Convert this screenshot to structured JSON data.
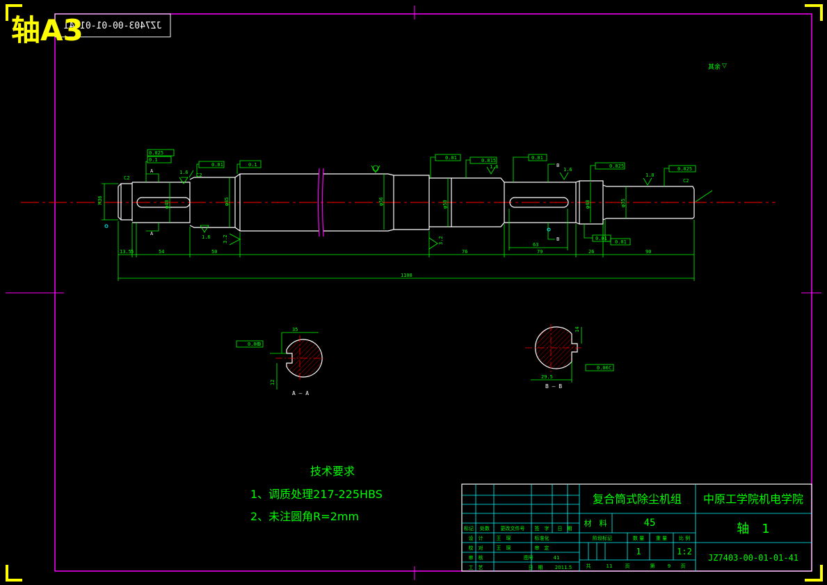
{
  "header": {
    "title_overlay": "轴A3",
    "code_mirrored": "JZ7403-00-01-01-41"
  },
  "drawing": {
    "roughness_note_label": "其余",
    "roughness_symbol": "▽",
    "chamfers": {
      "left": "C2",
      "step": "C2",
      "right": "C2"
    },
    "diameters": {
      "d1": "M36",
      "d2": "φ40",
      "d3": "φ45",
      "d4": "φ56",
      "d5": "φ50",
      "d6": "φ40",
      "d7": "φ35"
    },
    "roughness_values": {
      "r1": "1.6",
      "r2": "1.6",
      "r3": "3.2",
      "r4": "3.2",
      "r5": "1.6",
      "r6": "1.6",
      "r7": "1.6",
      "r8": "1.0"
    },
    "tolerance_frames": [
      {
        "symbol": "⌭",
        "value": "0.025",
        "datum": ""
      },
      {
        "symbol": "↗",
        "value": "0.1",
        "datum": "A"
      },
      {
        "symbol": "⌭",
        "value": "0.01",
        "datum": ""
      },
      {
        "symbol": "↗",
        "value": "0.1",
        "datum": "A"
      },
      {
        "symbol": "↗",
        "value": "0.01",
        "datum": "A"
      },
      {
        "symbol": "⌭",
        "value": "0.015",
        "datum": ""
      },
      {
        "symbol": "↗",
        "value": "0.01",
        "datum": "A"
      },
      {
        "symbol": "⌭",
        "value": "0.025",
        "datum": ""
      },
      {
        "symbol": "⌭",
        "value": "0.025",
        "datum": ""
      },
      {
        "symbol": "↗",
        "value": "0.01",
        "datum": "A"
      },
      {
        "symbol": "↗",
        "value": "0.01",
        "datum": "A"
      }
    ],
    "length_dims": {
      "d_135": "13.5",
      "d_5": "5",
      "d_54": "54",
      "d_50": "50",
      "d_76": "76",
      "d_63": "63",
      "d_79": "79",
      "d_26": "26",
      "d_90": "90",
      "overall": "1108"
    },
    "section_labels": {
      "a_top": "A",
      "a_bot": "A",
      "b_top": "B",
      "b_bot": "B"
    },
    "section_a": {
      "label": "A — A",
      "dim_width": "35",
      "dim_key": "12",
      "sym_frame_value": "0.06",
      "sym_frame_datum": "B"
    },
    "section_b": {
      "label": "B — B",
      "dim_width": "29.5",
      "dim_key": "14",
      "sym_frame_value": "0.06",
      "sym_frame_datum": "C"
    }
  },
  "tech_requirements": {
    "heading": "技术要求",
    "items": [
      "1、调质处理217-225HBS",
      "2、未注圆角R=2mm"
    ]
  },
  "title_block": {
    "product_name": "复合筒式除尘机组",
    "school": "中原工学院机电学院",
    "material_label": "材　料",
    "material_value": "45",
    "part_name": "轴　1",
    "drawing_no": "JZ7403-00-01-01-41",
    "quantity": "1",
    "scale": "1:2",
    "col_headers": [
      "标记",
      "处数",
      "更改文件号",
      "签　字",
      "日　期"
    ],
    "rows": [
      [
        "设　计",
        "王　琛",
        "标准化",
        ""
      ],
      [
        "校　对",
        "王　琛",
        "审　定",
        ""
      ],
      [
        "审　核",
        "",
        "图号",
        "41"
      ],
      [
        "工　艺",
        "",
        "日　期",
        "2011.5"
      ]
    ],
    "stage_headers": [
      "阶段标记",
      "数 量",
      "重 量",
      "比 例"
    ],
    "sheet_total_label": "共",
    "sheet_total": "11",
    "sheet_unit": "页",
    "sheet_no_label": "第",
    "sheet_no": "9",
    "sheet_unit2": "页"
  },
  "colors": {
    "border": "#ff00ff",
    "lines": "#ffffff",
    "dims": "#00ff00",
    "center": "#ff0000",
    "corner": "#ffff00",
    "table": "#00ffff"
  }
}
